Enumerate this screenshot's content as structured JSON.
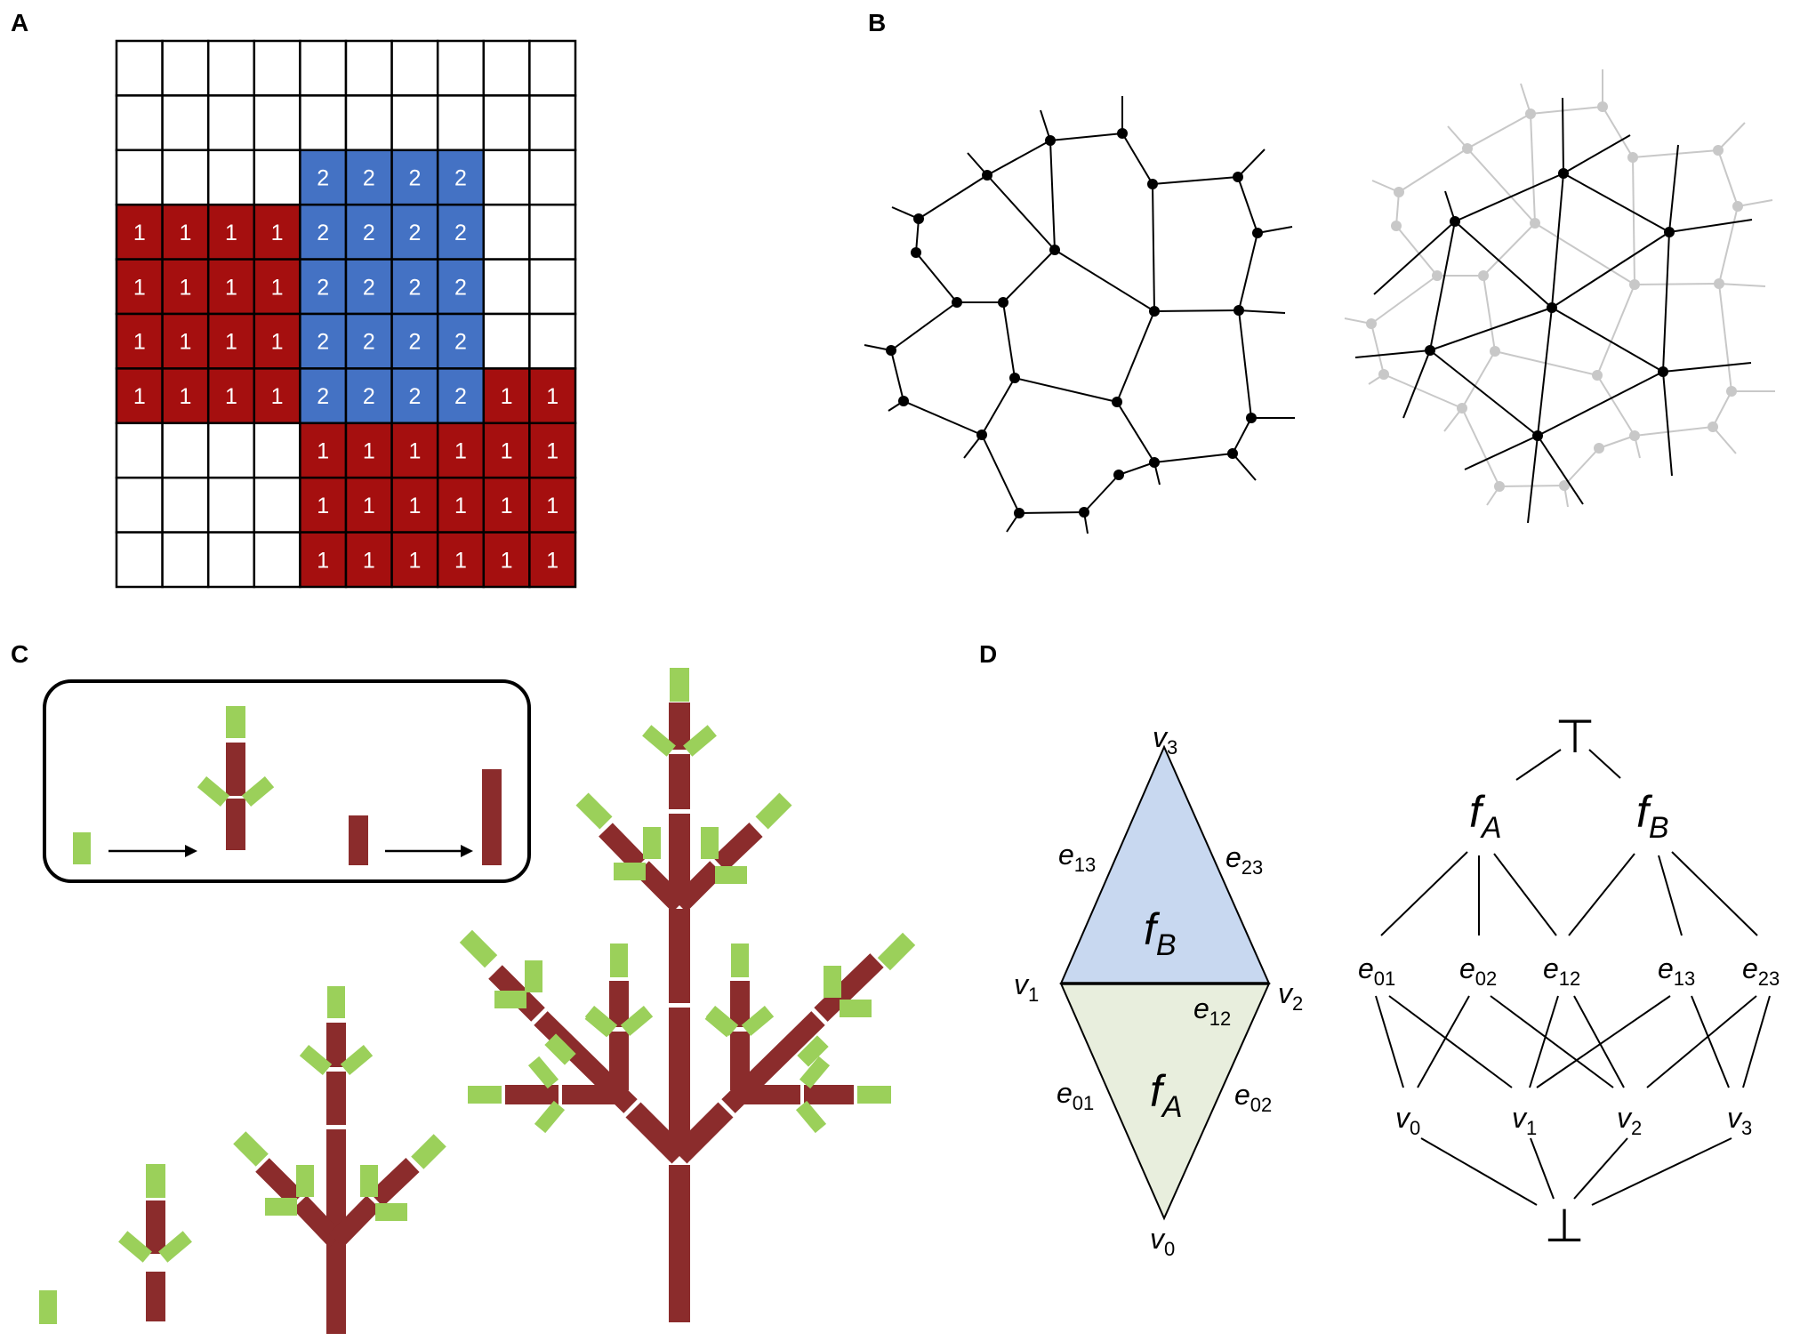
{
  "panels": {
    "a": "A",
    "b": "B",
    "c": "C",
    "d": "D"
  },
  "colors": {
    "red": "#a50f0f",
    "blue": "#4472c4",
    "white": "#ffffff",
    "stem": "#8b2c2c",
    "leaf": "#9bd05a",
    "face_b": "#c8d8f0",
    "face_a": "#e8eedd",
    "dual_gray": "#c8c8c8"
  },
  "grid": {
    "rows": [
      "0000000000",
      "0000000000",
      "0000222200",
      "1111222200",
      "1111222200",
      "1111222200",
      "1111222211",
      "0000111111",
      "0000111111",
      "0000111111"
    ],
    "labels": {
      "1": "1",
      "2": "2"
    }
  },
  "diamond": {
    "v3": {
      "main": "v",
      "sub": "3"
    },
    "v1": {
      "main": "v",
      "sub": "1"
    },
    "v2": {
      "main": "v",
      "sub": "2"
    },
    "v0": {
      "main": "v",
      "sub": "0"
    },
    "e13": {
      "main": "e",
      "sub": "13"
    },
    "e23": {
      "main": "e",
      "sub": "23"
    },
    "e12": {
      "main": "e",
      "sub": "12"
    },
    "e01": {
      "main": "e",
      "sub": "01"
    },
    "e02": {
      "main": "e",
      "sub": "02"
    },
    "fB": {
      "main": "f",
      "sub": "B"
    },
    "fA": {
      "main": "f",
      "sub": "A"
    }
  },
  "lattice": {
    "top": "⊤",
    "bottom": "⊥",
    "faces": [
      {
        "main": "f",
        "sub": "A"
      },
      {
        "main": "f",
        "sub": "B"
      }
    ],
    "edges": [
      {
        "main": "e",
        "sub": "01"
      },
      {
        "main": "e",
        "sub": "02"
      },
      {
        "main": "e",
        "sub": "12"
      },
      {
        "main": "e",
        "sub": "13"
      },
      {
        "main": "e",
        "sub": "23"
      }
    ],
    "vertices": [
      {
        "main": "v",
        "sub": "0"
      },
      {
        "main": "v",
        "sub": "1"
      },
      {
        "main": "v",
        "sub": "2"
      },
      {
        "main": "v",
        "sub": "3"
      }
    ]
  }
}
